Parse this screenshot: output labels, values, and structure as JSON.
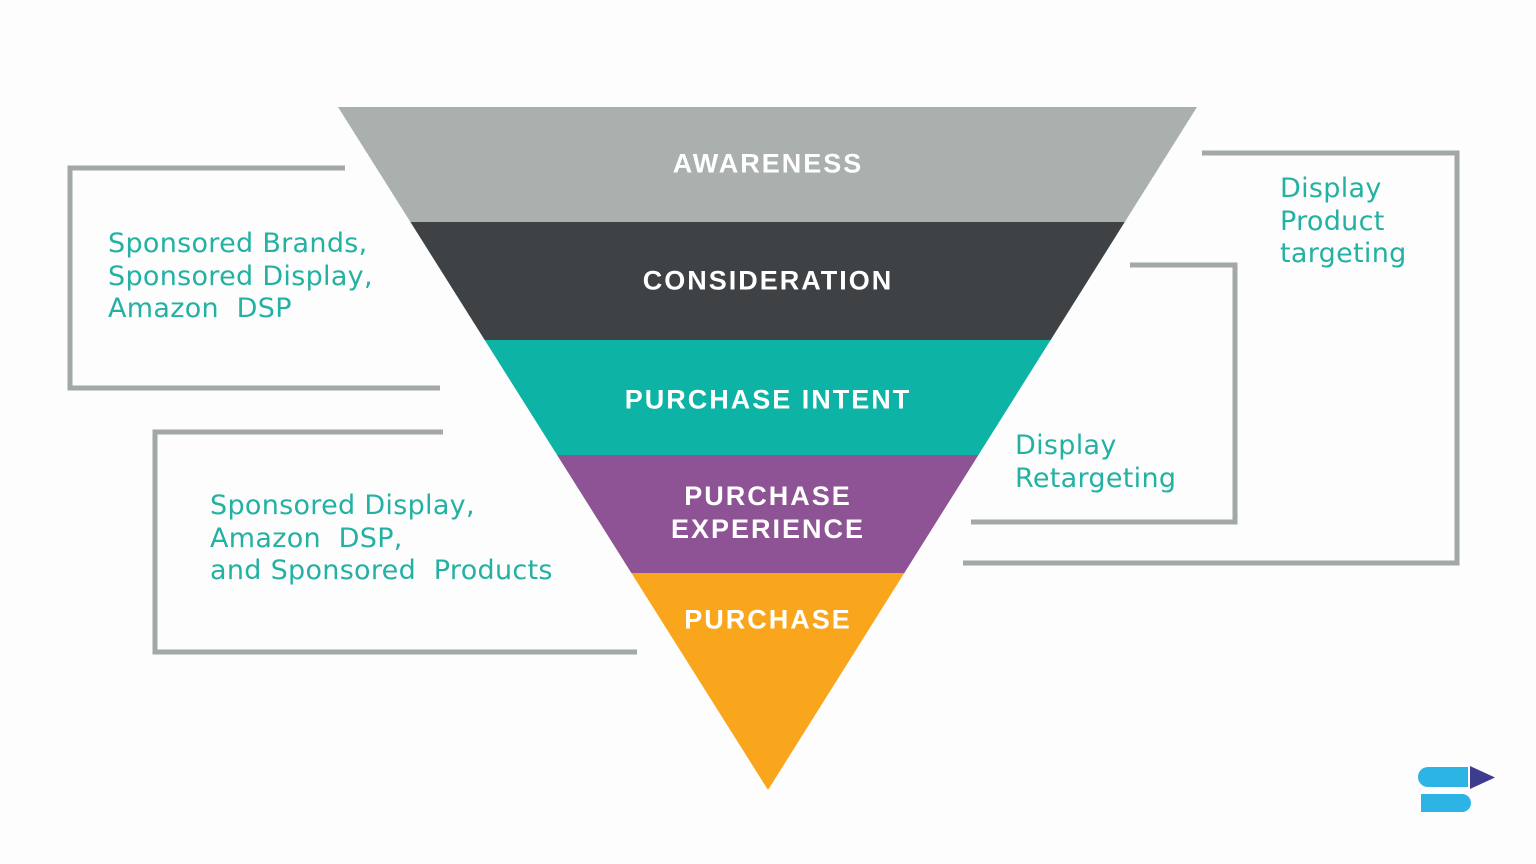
{
  "background": "#fdfdfd",
  "funnel": {
    "label_color": "#ffffff",
    "stages": [
      {
        "label": "AWARENESS",
        "color": "#a9b0ae"
      },
      {
        "label": "CONSIDERATION",
        "color": "#3f4245"
      },
      {
        "label": "PURCHASE INTENT",
        "color": "#0db4a5"
      },
      {
        "label": "PURCHASE\nEXPERIENCE",
        "color": "#8e5394"
      },
      {
        "label": "PURCHASE",
        "color": "#f9a61d"
      }
    ]
  },
  "annotations": {
    "text_color": "#23b1a3",
    "left_top": {
      "text": "Sponsored Brands,\nSponsored Display,\nAmazon  DSP"
    },
    "left_bottom": {
      "text": "Sponsored Display,\nAmazon  DSP,\nand Sponsored  Products"
    },
    "right_top": {
      "text": "Display\nProduct\ntargeting"
    },
    "right_middle": {
      "text": "Display\nRetargeting"
    }
  },
  "connector_color": "#a2a8a7",
  "logo": {
    "name": "s-play-logo",
    "bar_color": "#2cb4e4",
    "arrow_color": "#3e3c8e"
  }
}
